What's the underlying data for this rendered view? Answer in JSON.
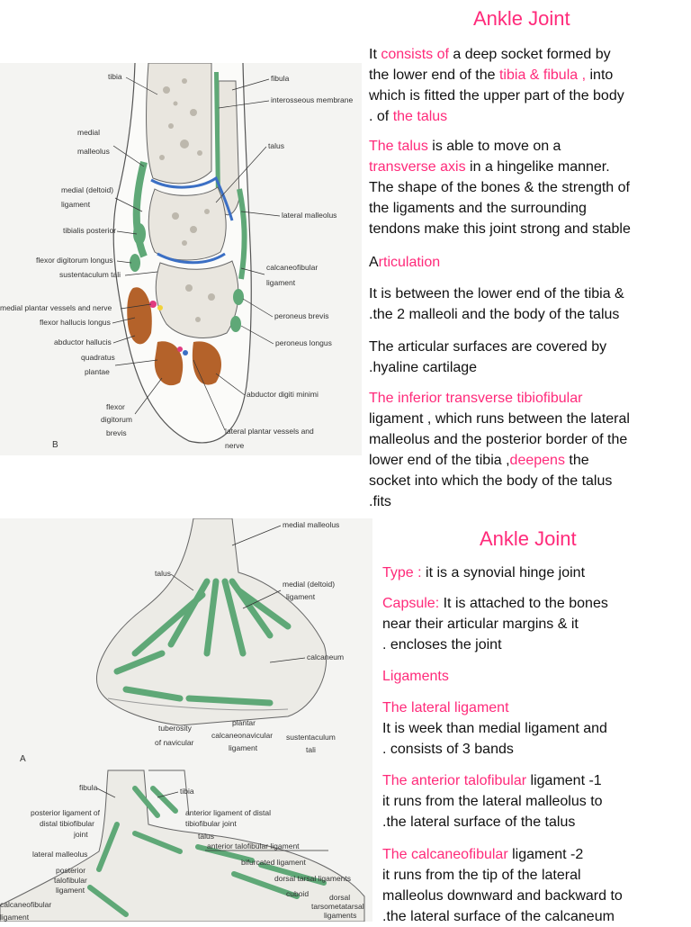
{
  "slide1": {
    "title": "Ankle Joint",
    "p1": [
      [
        {
          "t": "It "
        },
        {
          "t": "consists of",
          "c": "pink"
        },
        {
          "t": " a deep socket formed by"
        }
      ],
      [
        {
          "t": "the lower end of the "
        },
        {
          "t": "tibia & fibula ,",
          "c": "pink"
        },
        {
          "t": " into"
        }
      ],
      [
        {
          "t": "which is fitted the upper part of the body"
        }
      ],
      [
        {
          "t": " . of "
        },
        {
          "t": "the talus",
          "c": "pink"
        }
      ]
    ],
    "p2": [
      [
        {
          "t": "The talus",
          "c": "pink"
        },
        {
          "t": " is able to move on a"
        }
      ],
      [
        {
          "t": "transverse axis",
          "c": "pink"
        },
        {
          "t": " in a hingelike manner."
        }
      ],
      [
        {
          "t": "The shape of the bones & the strength of"
        }
      ],
      [
        {
          "t": "the ligaments and the surrounding"
        }
      ],
      [
        {
          "t": "tendons make this joint strong and stable"
        }
      ]
    ],
    "p3": [
      [
        {
          "t": " A"
        },
        {
          "t": "rticulation",
          "c": "pink"
        }
      ]
    ],
    "p4": [
      [
        {
          "t": "It is between the lower end of the tibia &"
        }
      ],
      [
        {
          "t": ".the 2 malleoli and the body of the talus"
        }
      ]
    ],
    "p5": [
      [
        {
          "t": "The articular surfaces are covered by"
        }
      ],
      [
        {
          "t": " .hyaline cartilage"
        }
      ]
    ],
    "p6": [
      [
        {
          "t": "The inferior transverse tibiofibular",
          "c": "pink"
        }
      ],
      [
        {
          "t": "ligament , which runs between the lateral"
        }
      ],
      [
        {
          "t": "malleolus and the posterior border of the"
        }
      ],
      [
        {
          "t": "lower end of the tibia ,"
        },
        {
          "t": "deepens",
          "c": "pink"
        },
        {
          "t": " the"
        }
      ],
      [
        {
          "t": "socket into which the body of the talus"
        }
      ],
      [
        {
          "t": " .fits"
        }
      ]
    ],
    "figure_labels": {
      "tibia": "tibia",
      "fibula": "fibula",
      "interosseous": "interosseous membrane",
      "medial_malleolus_1": "medial",
      "medial_malleolus_2": "malleolus",
      "talus": "talus",
      "deltoid_1": "medial (deltoid)",
      "deltoid_2": "ligament",
      "lateral_malleolus": "lateral malleolus",
      "tibialis_posterior": "tibialis posterior",
      "fdl": "flexor digitorum longus",
      "sustentaculum": "sustentaculum tali",
      "calcaneofibular_1": "calcaneofibular",
      "calcaneofibular_2": "ligament",
      "medial_plantar": "medial plantar vessels and nerve",
      "fhl": "flexor hallucis longus",
      "peroneus_brevis": "peroneus brevis",
      "abductor_hallucis": "abductor hallucis",
      "peroneus_longus": "peroneus longus",
      "quadratus_1": "quadratus",
      "quadratus_2": "plantae",
      "abductor_digiti": "abductor digiti minimi",
      "fdb_1": "flexor",
      "fdb_2": "digitorum",
      "fdb_3": "brevis",
      "lateral_plantar_1": "lateral plantar vessels and",
      "lateral_plantar_2": "nerve",
      "fig_letter": "B"
    }
  },
  "slide2": {
    "title": "Ankle Joint",
    "p1": [
      [
        {
          "t": " Type :",
          "c": "pink"
        },
        {
          "t": " it is a synovial hinge joint"
        }
      ]
    ],
    "p2": [
      [
        {
          "t": "Capsule:",
          "c": "pink"
        },
        {
          "t": " It is attached to the bones"
        }
      ],
      [
        {
          "t": "near their articular  margins & it"
        }
      ],
      [
        {
          "t": " . encloses the joint"
        }
      ]
    ],
    "p3": [
      [
        {
          "t": " Ligaments",
          "c": "pink"
        }
      ]
    ],
    "p4": [
      [
        {
          "t": "The lateral ligament",
          "c": "pink"
        }
      ],
      [
        {
          "t": "It is week than medial ligament and"
        }
      ],
      [
        {
          "t": " . consists of 3 bands"
        }
      ]
    ],
    "p5": [
      [
        {
          "t": "The anterior talofibular",
          "c": "pink"
        },
        {
          "t": " ligament         -1"
        }
      ],
      [
        {
          "t": "   it runs from the lateral malleolus to"
        }
      ],
      [
        {
          "t": ".the lateral surface of the talus"
        }
      ]
    ],
    "p6": [
      [
        {
          "t": "The calcaneofibular",
          "c": "pink"
        },
        {
          "t": " ligament            -2"
        }
      ],
      [
        {
          "t": "    it runs from the tip of the lateral"
        }
      ],
      [
        {
          "t": "malleolus downward and backward to"
        }
      ],
      [
        {
          "t": " .the lateral surface of the calcaneum"
        }
      ]
    ],
    "figure_labels": {
      "medial_malleolus": "medial malleolus",
      "talus": "talus",
      "deltoid_1": "medial (deltoid)",
      "deltoid_2": "ligament",
      "calcaneum": "calcaneum",
      "tuberosity_1": "tuberosity",
      "tuberosity_2": "of navicular",
      "plantar_1": "plantar",
      "plantar_2": "calcaneonavicular",
      "plantar_3": "ligament",
      "sustentaculum_1": "sustentaculum",
      "sustentaculum_2": "tali",
      "fig_letter_a": "A",
      "fibula": "fibula",
      "tibia": "tibia",
      "post_tib_1": "posterior ligament of",
      "post_tib_2": "distal tibiofibular",
      "post_tib_3": "joint",
      "ant_tib_1": "anterior ligament of distal",
      "ant_tib_2": "tibiofibular joint",
      "talus2": "talus",
      "ant_talofib": "anterior talofibular ligament",
      "lateral_malleolus": "lateral malleolus",
      "bifurcated": "bifurcated ligament",
      "post_talofib_1": "posterior",
      "post_talofib_2": "talofibular",
      "post_talofib_3": "ligament",
      "dorsal_tarsal": "dorsal tarsal ligaments",
      "cuboid": "cuboid",
      "dorsal_tmt_1": "dorsal",
      "dorsal_tmt_2": "tarsometatarsal",
      "dorsal_tmt_3": "ligaments",
      "calcaneofibular_1": "calcaneofibular",
      "calcaneofibular_2": "ligament"
    }
  },
  "colors": {
    "accent_pink": "#ff2a7a",
    "ligament_green": "#5fa877",
    "bone_blue": "#3b6fc4",
    "muscle_brown": "#b4622a"
  }
}
